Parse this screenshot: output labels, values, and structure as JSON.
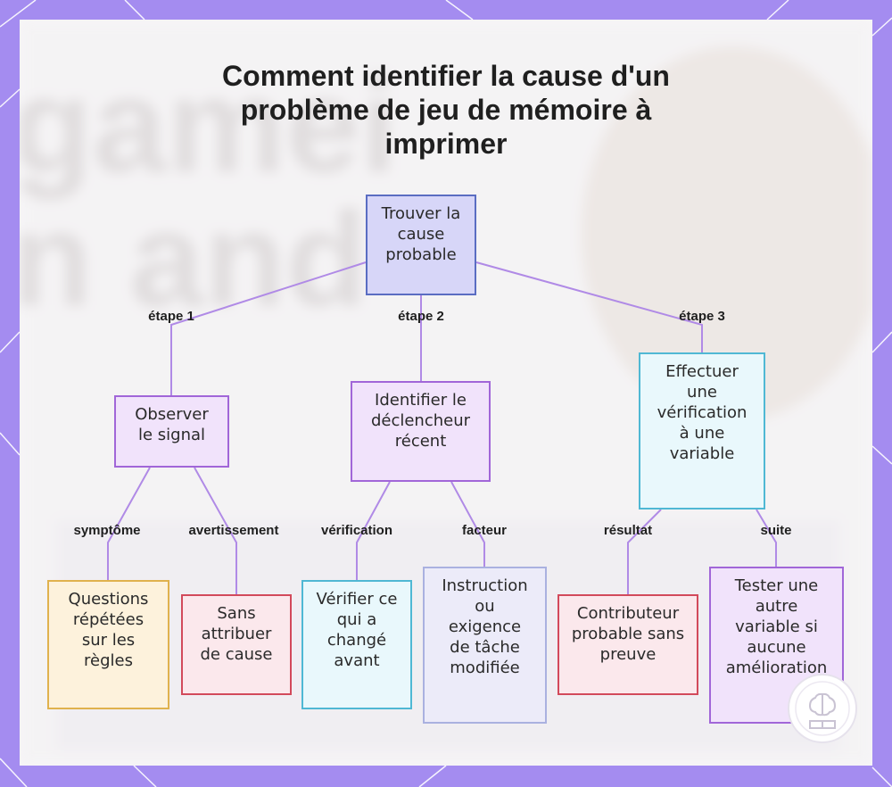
{
  "title": "Comment identifier la cause d'un problème de jeu de mémoire à imprimer",
  "colors": {
    "frame": "#a48cf0",
    "root_fill": "#d7d6f8",
    "root_border": "#5a6dc2",
    "purple_fill": "#f1e3fb",
    "purple_border": "#a166d8",
    "cyan_fill": "#e9f8fc",
    "cyan_border": "#4fb8d4",
    "yellow_fill": "#fdf2dc",
    "yellow_border": "#e0b24d",
    "red_fill": "#fbe8ec",
    "red_border": "#d24a5b",
    "lavender_fill": "#ecebf9",
    "lavender_border": "#aab1e0",
    "connector": "#b08ae6"
  },
  "nodes": {
    "root": "Trouver la cause probable",
    "observe": "Observer le signal",
    "identify": "Identifier le déclencheur récent",
    "verify_variable": "Effectuer une vérification à une variable",
    "questions": "Questions répétées sur les règles",
    "no_cause": "Sans attribuer de cause",
    "check_changed": "Vérifier ce qui a changé avant",
    "instruction": "Instruction ou exigence de tâche modifiée",
    "contributor": "Contributeur probable sans preuve",
    "test_other": "Tester une autre variable si aucune amélioration"
  },
  "edges": {
    "step1": "étape 1",
    "step2": "étape 2",
    "step3": "étape 3",
    "symptom": "symptôme",
    "warning": "avertissement",
    "verification": "vérification",
    "factor": "facteur",
    "result": "résultat",
    "next": "suite"
  },
  "logo_icon": "brain-book-icon"
}
